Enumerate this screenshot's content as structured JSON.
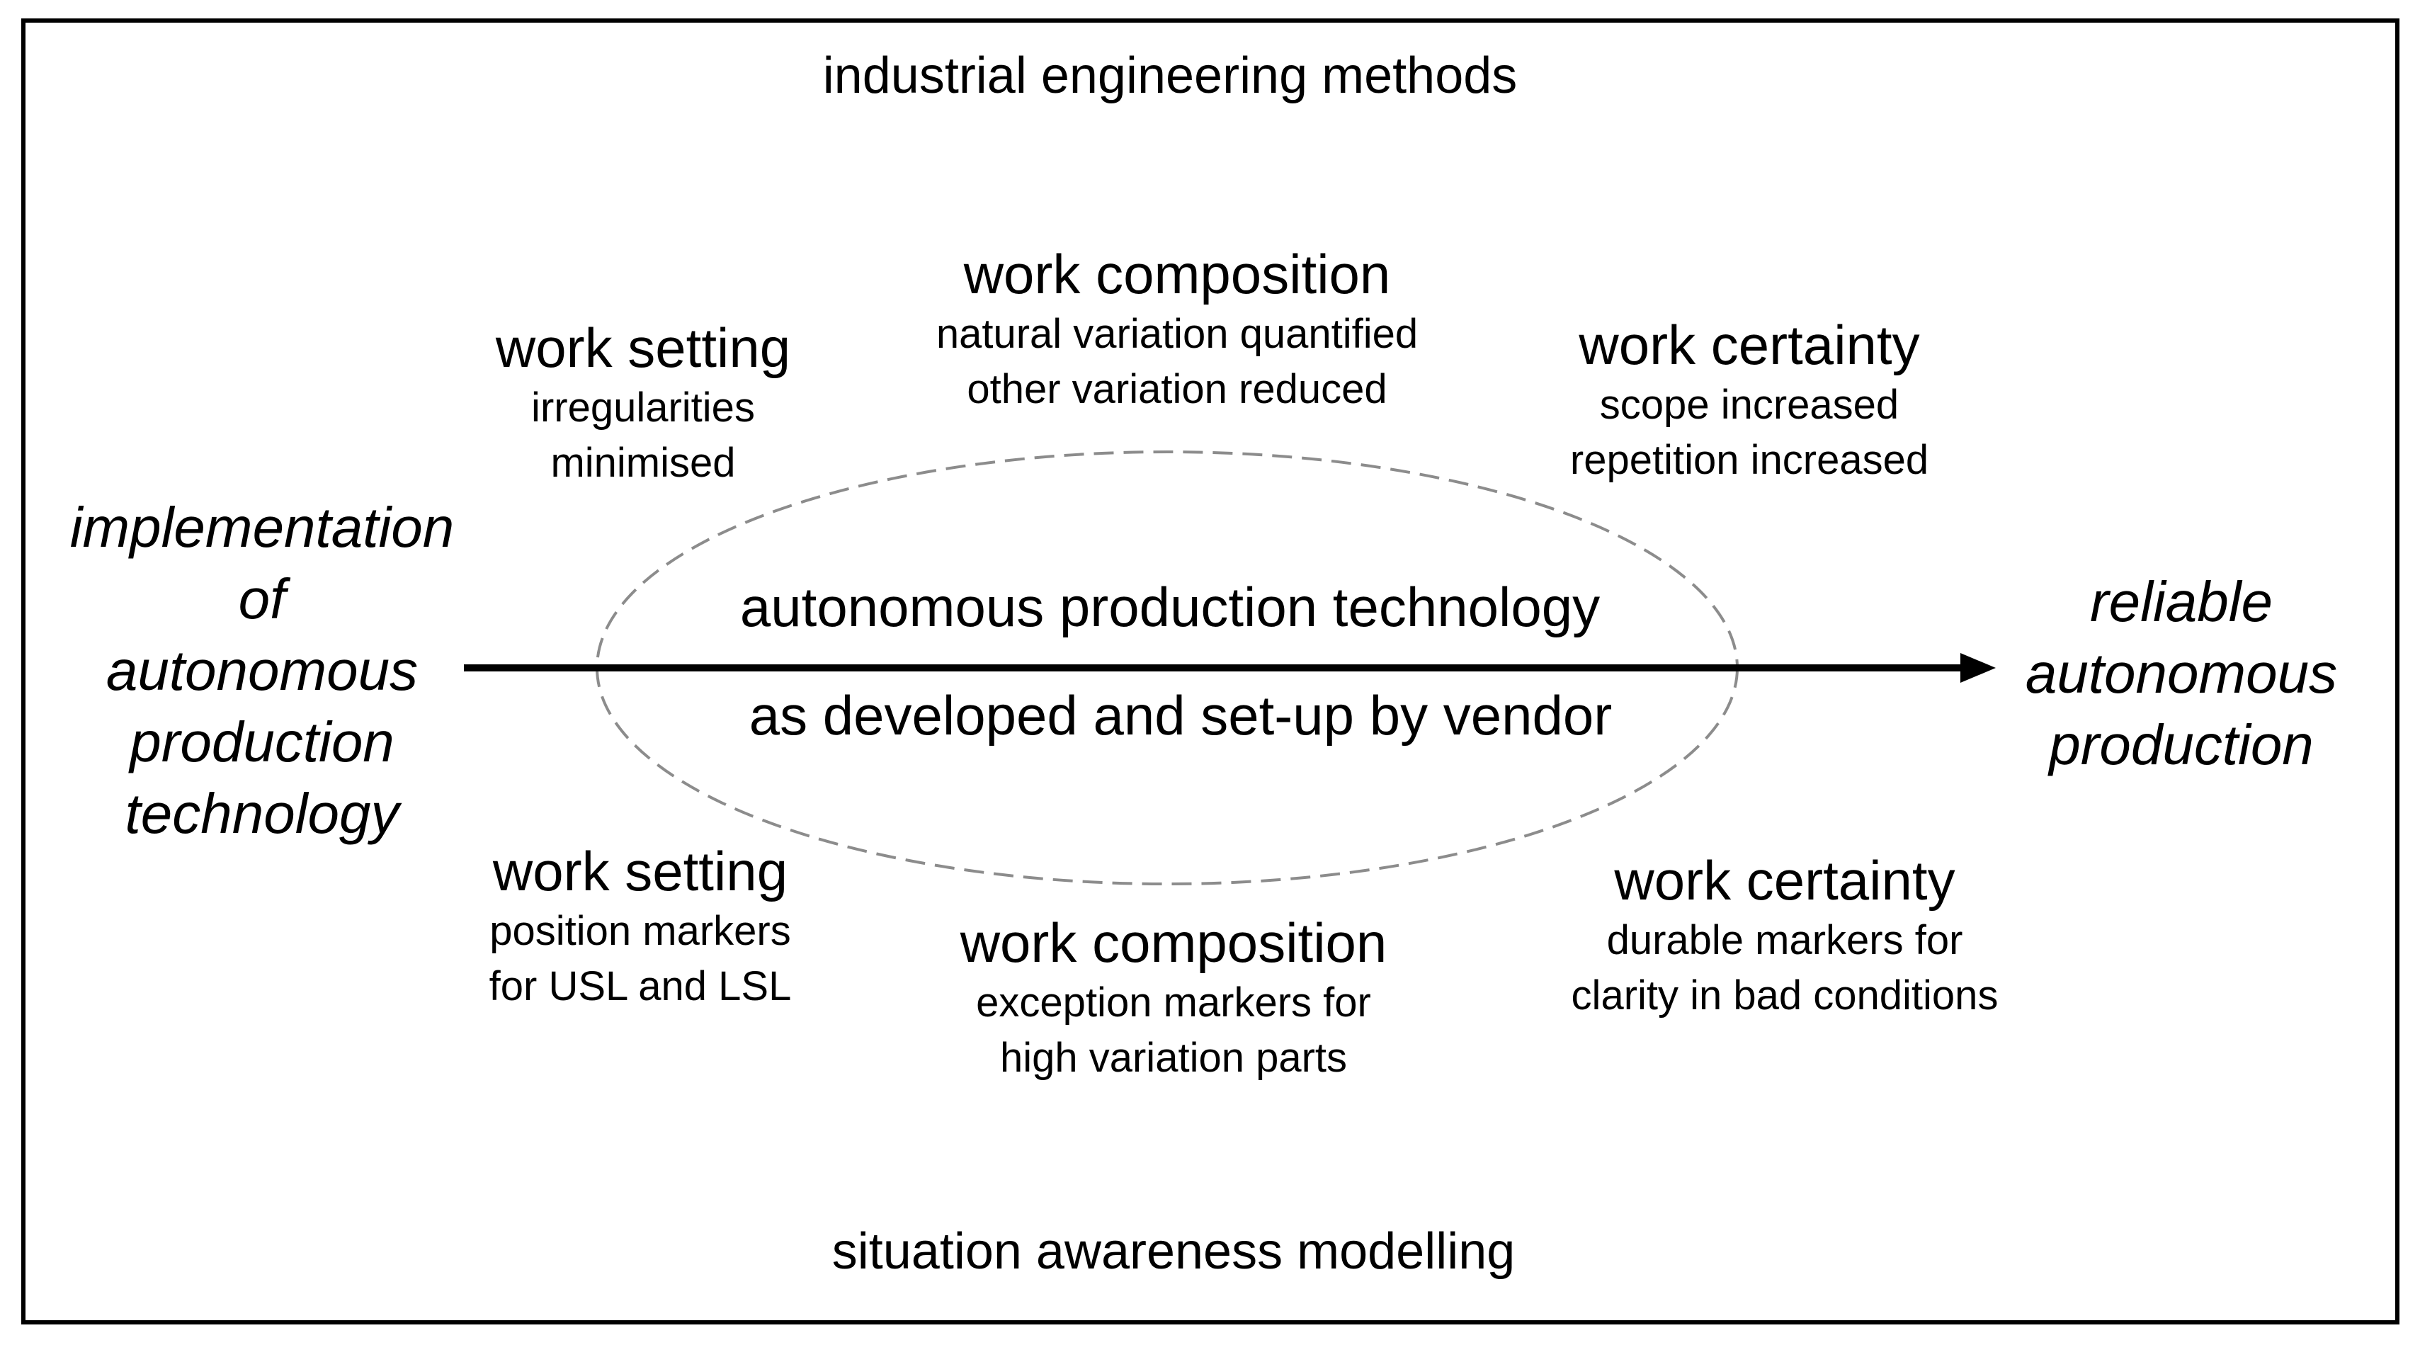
{
  "top_heading": "industrial engineering methods",
  "bottom_heading": "situation awareness modelling",
  "left_label": [
    "implementation",
    "of",
    "autonomous",
    "production",
    "technology"
  ],
  "right_label": [
    "reliable",
    "autonomous",
    "production"
  ],
  "center_upper": "autonomous production technology",
  "center_lower": "as developed and set-up by vendor",
  "upper": {
    "work_setting": {
      "title": "work setting",
      "lines": [
        "irregularities",
        "minimised"
      ]
    },
    "work_composition": {
      "title": "work composition",
      "lines": [
        "natural variation quantified",
        "other variation reduced"
      ]
    },
    "work_certainty": {
      "title": "work certainty",
      "lines": [
        "scope increased",
        "repetition increased"
      ]
    }
  },
  "lower": {
    "work_setting": {
      "title": "work setting",
      "lines": [
        "position markers",
        "for USL and LSL"
      ]
    },
    "work_composition": {
      "title": "work composition",
      "lines": [
        "exception markers for",
        "high variation parts"
      ]
    },
    "work_certainty": {
      "title": "work certainty",
      "lines": [
        "durable markers for",
        "clarity in bad conditions"
      ]
    }
  },
  "colors": {
    "text": "#000000",
    "frame": "#000000",
    "arrow": "#000000",
    "ellipse_dash": "#8c8c8c",
    "background": "#ffffff"
  }
}
